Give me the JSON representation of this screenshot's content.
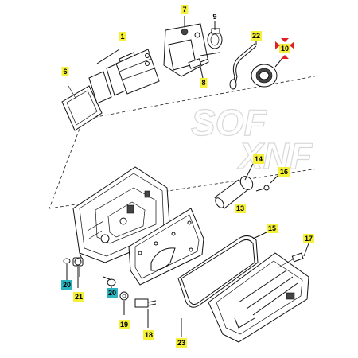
{
  "watermark": [
    "SOF",
    "XNF"
  ],
  "label_colors": {
    "yellow": "#f5f03a",
    "cyan": "#2bb3c0",
    "red": "#e02020"
  },
  "labels": [
    {
      "id": "7",
      "text": "7",
      "color": "yellow"
    },
    {
      "id": "1",
      "text": "1",
      "color": "yellow"
    },
    {
      "id": "9",
      "text": "9",
      "color": "none"
    },
    {
      "id": "22",
      "text": "22",
      "color": "yellow"
    },
    {
      "id": "10",
      "text": "10",
      "color": "yellow"
    },
    {
      "id": "6",
      "text": "6",
      "color": "yellow"
    },
    {
      "id": "8",
      "text": "8",
      "color": "yellow"
    },
    {
      "id": "14",
      "text": "14",
      "color": "yellow"
    },
    {
      "id": "16",
      "text": "16",
      "color": "yellow"
    },
    {
      "id": "13",
      "text": "13",
      "color": "yellow"
    },
    {
      "id": "15",
      "text": "15",
      "color": "yellow"
    },
    {
      "id": "17",
      "text": "17",
      "color": "yellow"
    },
    {
      "id": "20a",
      "text": "20",
      "color": "cyan"
    },
    {
      "id": "21",
      "text": "21",
      "color": "yellow"
    },
    {
      "id": "20b",
      "text": "20",
      "color": "cyan"
    },
    {
      "id": "19",
      "text": "19",
      "color": "yellow"
    },
    {
      "id": "18",
      "text": "18",
      "color": "yellow"
    },
    {
      "id": "23",
      "text": "23",
      "color": "yellow"
    }
  ]
}
